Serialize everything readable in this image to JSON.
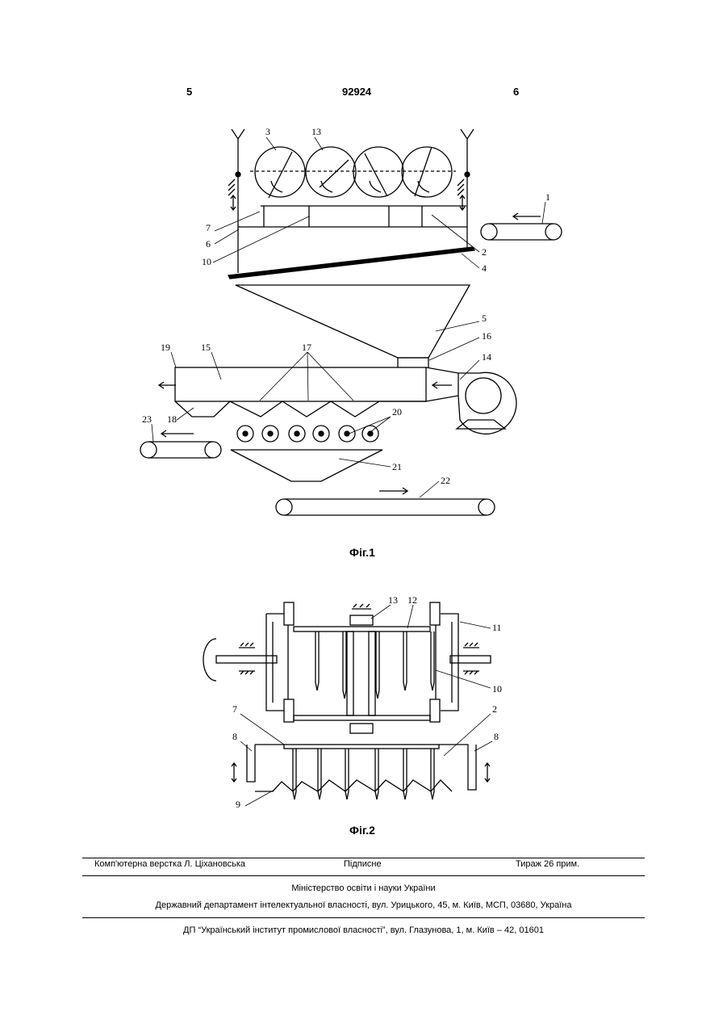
{
  "header": {
    "left_page": "5",
    "patent_number": "92924",
    "right_page": "6"
  },
  "figure1": {
    "caption": "Фіг.1",
    "callouts": [
      "3",
      "13",
      "1",
      "7",
      "6",
      "10",
      "2",
      "4",
      "5",
      "16",
      "19",
      "15",
      "17",
      "14",
      "23",
      "18",
      "20",
      "21",
      "22"
    ]
  },
  "figure2": {
    "caption": "Фіг.2",
    "callouts": [
      "13",
      "12",
      "11",
      "10",
      "7",
      "2",
      "8",
      "8",
      "9"
    ]
  },
  "footer": {
    "typesetter": "Комп'ютерна верстка Л. Ціхановська",
    "signed": "Підписне",
    "circulation": "Тираж 26 прим.",
    "ministry": "Міністерство освіти і науки України",
    "department": "Державний департамент інтелектуальної власності, вул. Урицького, 45, м. Київ, МСП, 03680, Україна",
    "institute": "ДП “Український інститут промислової власності”, вул. Глазунова, 1, м. Київ – 42, 01601"
  }
}
